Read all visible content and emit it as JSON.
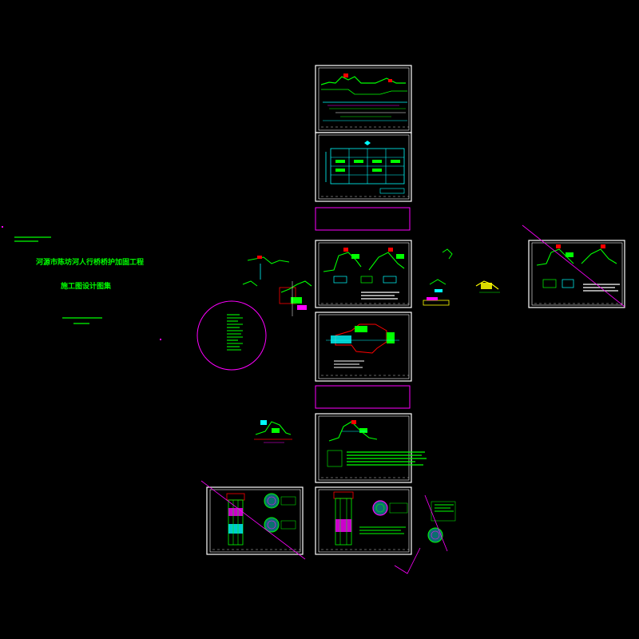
{
  "cover": {
    "title": "河源市陈坊河人行桥桥护加固工程",
    "subtitle": "施工图设计图集"
  },
  "colors": {
    "background": "#000000",
    "frame": "#ffffff",
    "primary_lines": "#00ff00",
    "secondary_lines": "#00ffff",
    "highlight": "#ff00ff",
    "accent": "#ff0000",
    "note": "#ffff00"
  },
  "sheets": [
    {
      "id": "sheet-1",
      "content": "elevation-profile"
    },
    {
      "id": "sheet-2",
      "content": "table-grid"
    },
    {
      "id": "sheet-3",
      "content": "section-details"
    },
    {
      "id": "sheet-4",
      "content": "plan-detail"
    },
    {
      "id": "sheet-5",
      "content": "section-notes"
    },
    {
      "id": "sheet-6",
      "content": "pile-details"
    },
    {
      "id": "sheet-7",
      "content": "pile-details"
    },
    {
      "id": "sheet-8",
      "content": "section-details-crossed"
    }
  ]
}
